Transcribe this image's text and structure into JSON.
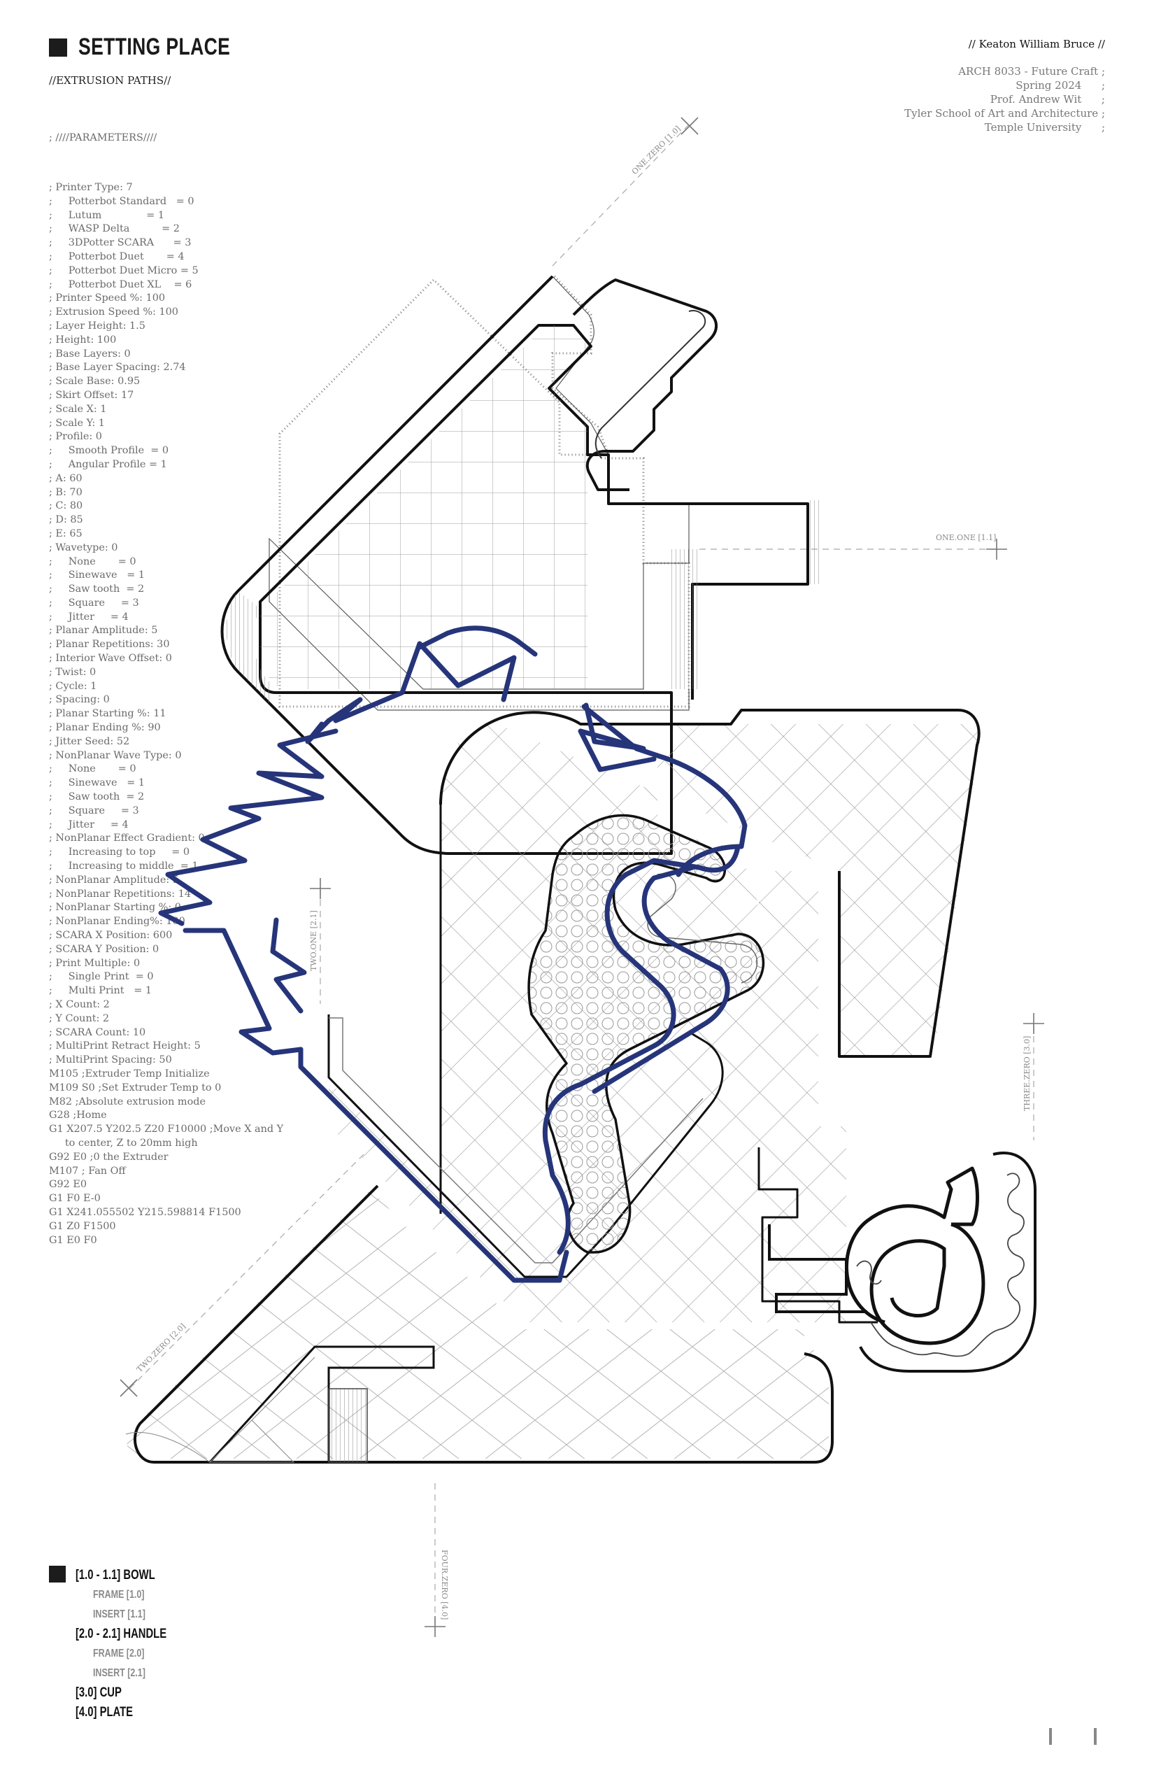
{
  "header": {
    "title": "SETTING PLACE",
    "subtitle": "//EXTRUSION PATHS//",
    "author": "// Keaton William Bruce //",
    "credits": [
      "ARCH 8033 - Future Craft ;",
      "Spring 2024      ;",
      "Prof. Andrew Wit      ;",
      "Tyler School of Art and Architecture ;",
      "Temple University      ;"
    ]
  },
  "parameters": {
    "heading": "; ////PARAMETERS////",
    "lines": [
      "; Printer Type: 7",
      ";     Potterbot Standard   = 0",
      ";     Lutum              = 1",
      ";     WASP Delta          = 2",
      ";     3DPotter SCARA      = 3",
      ";     Potterbot Duet       = 4",
      ";     Potterbot Duet Micro = 5",
      ";     Potterbot Duet XL    = 6",
      "; Printer Speed %: 100",
      "; Extrusion Speed %: 100",
      "; Layer Height: 1.5",
      "; Height: 100",
      "; Base Layers: 0",
      "; Base Layer Spacing: 2.74",
      "; Scale Base: 0.95",
      "; Skirt Offset: 17",
      "; Scale X: 1",
      "; Scale Y: 1",
      "; Profile: 0",
      ";     Smooth Profile  = 0",
      ";     Angular Profile = 1",
      "; A: 60",
      "; B: 70",
      "; C: 80",
      "; D: 85",
      "; E: 65",
      "; Wavetype: 0",
      ";     None       = 0",
      ";     Sinewave   = 1",
      ";     Saw tooth  = 2",
      ";     Square     = 3",
      ";     Jitter     = 4",
      "; Planar Amplitude: 5",
      "; Planar Repetitions: 30",
      "; Interior Wave Offset: 0",
      "; Twist: 0",
      "; Cycle: 1",
      "; Spacing: 0",
      "; Planar Starting %: 11",
      "; Planar Ending %: 90",
      "; Jitter Seed: 52",
      "; NonPlanar Wave Type: 0",
      ";     None       = 0",
      ";     Sinewave   = 1",
      ";     Saw tooth  = 2",
      ";     Square     = 3",
      ";     Jitter     = 4",
      "; NonPlanar Effect Gradient: 0",
      ";     Increasing to top     = 0",
      ";     Increasing to middle  = 1",
      "; NonPlanar Amplitude: 5",
      "; NonPlanar Repetitions: 14",
      "; NonPlanar Starting %: 0",
      "; NonPlanar Ending%: 100",
      "; SCARA X Position: 600",
      "; SCARA Y Position: 0",
      "; Print Multiple: 0",
      ";     Single Print  = 0",
      ";     Multi Print   = 1",
      "; X Count: 2",
      "; Y Count: 2",
      "; SCARA Count: 10",
      "; MultiPrint Retract Height: 5",
      "; MultiPrint Spacing: 50",
      "M105 ;Extruder Temp Initialize",
      "M109 S0 ;Set Extruder Temp to 0",
      "M82 ;Absolute extrusion mode",
      "G28 ;Home",
      "G1 X207.5 Y202.5 Z20 F10000 ;Move X and Y",
      "     to center, Z to 20mm high",
      "G92 E0 ;0 the Extruder",
      "M107 ; Fan Off",
      "G92 E0",
      "G1 F0 E-0",
      "G1 X241.055502 Y215.598814 F1500",
      "G1 Z0 F1500",
      "G1 E0 F0"
    ]
  },
  "axes": [
    {
      "label": "ONE.ZERO [1.0]"
    },
    {
      "label": "ONE.ONE [1.1]"
    },
    {
      "label": "TWO.ONE [2.1]"
    },
    {
      "label": "TWO.ZERO [2.0]"
    },
    {
      "label": "THREE.ZERO [3.0]"
    },
    {
      "label": "FOUR.ZERO [4.0]"
    }
  ],
  "legend": [
    {
      "label": "[1.0 - 1.1] BOWL",
      "level": "main"
    },
    {
      "label": "FRAME [1.0]",
      "level": "sub"
    },
    {
      "label": "INSERT [1.1]",
      "level": "sub"
    },
    {
      "label": "[2.0 - 2.1] HANDLE",
      "level": "main"
    },
    {
      "label": "FRAME [2.0]",
      "level": "sub"
    },
    {
      "label": "INSERT [2.1]",
      "level": "sub"
    },
    {
      "label": "[3.0] CUP",
      "level": "main"
    },
    {
      "label": "[4.0] PLATE",
      "level": "main"
    }
  ],
  "colors": {
    "ink": "#1a1a1a",
    "accent_path": "#26357a",
    "grey_text": "#6b6b6b",
    "axis_grey": "#999999"
  }
}
